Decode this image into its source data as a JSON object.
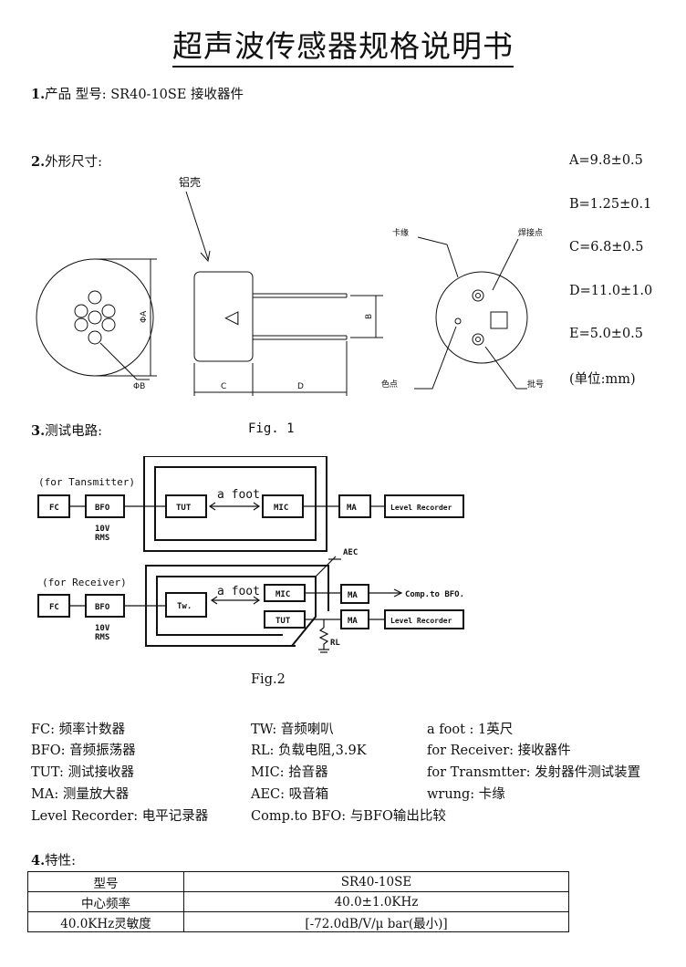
{
  "title": "超声波传感器规格说明书",
  "section1": {
    "num": "1.",
    "text": "产品 型号:  SR40-10SE    接收器件"
  },
  "section2": {
    "num": "2.",
    "label": "外形尺寸:"
  },
  "section3": {
    "num": "3.",
    "label": "测试电路:"
  },
  "section4": {
    "num": "4.",
    "label": "特性:"
  },
  "dimensions": [
    "A=9.8±0.5",
    "B=1.25±0.1",
    "C=6.8±0.5",
    "D=11.0±1.0",
    "E=5.0±0.5",
    "(单位:mm)"
  ],
  "drawing": {
    "shell": "铝壳",
    "side_mark": "◁",
    "phi_a": "ΦA",
    "phi_b": "ΦB",
    "b": "B",
    "c": "C",
    "d": "D",
    "rim": "卡缘",
    "solder": "焊接点",
    "dot": "色点",
    "mark": "批号"
  },
  "circuit": {
    "fig1": "Fig. 1",
    "fig2": "Fig.2",
    "tx_caption": "(for Tansmitter)",
    "rx_caption": "(for Receiver)",
    "fc": "FC",
    "bfo": "BFO",
    "tut": "TUT",
    "tw": "Tw.",
    "mic": "MIC",
    "ma": "MA",
    "level": "Level Recorder",
    "a_foot": "a foot",
    "v10": "10V",
    "rms": "RMS",
    "aec": "AEC",
    "comp": "Comp.to BFO.",
    "rl": "RL"
  },
  "legend": [
    [
      "FC:  频率计数器",
      "TW:  音频喇叭",
      "a foot :  1英尺"
    ],
    [
      "BFO:  音频振荡器",
      "RL:  负载电阻,3.9K",
      "for Receiver:  接收器件"
    ],
    [
      "TUT:  测试接收器",
      "MIC:  拾音器",
      "for Transmtter:  发射器件测试装置"
    ],
    [
      "MA:  测量放大器",
      "AEC:  吸音箱",
      "wrung:  卡缘"
    ],
    [
      "Level Recorder:  电平记录器",
      "Comp.to BFO:  与BFO输出比较",
      ""
    ]
  ],
  "spec_table": [
    [
      "型号",
      "SR40-10SE"
    ],
    [
      "中心频率",
      "40.0±1.0KHz"
    ],
    [
      "40.0KHz灵敏度",
      "[-72.0dB/V/μ  bar(最小)]"
    ]
  ]
}
